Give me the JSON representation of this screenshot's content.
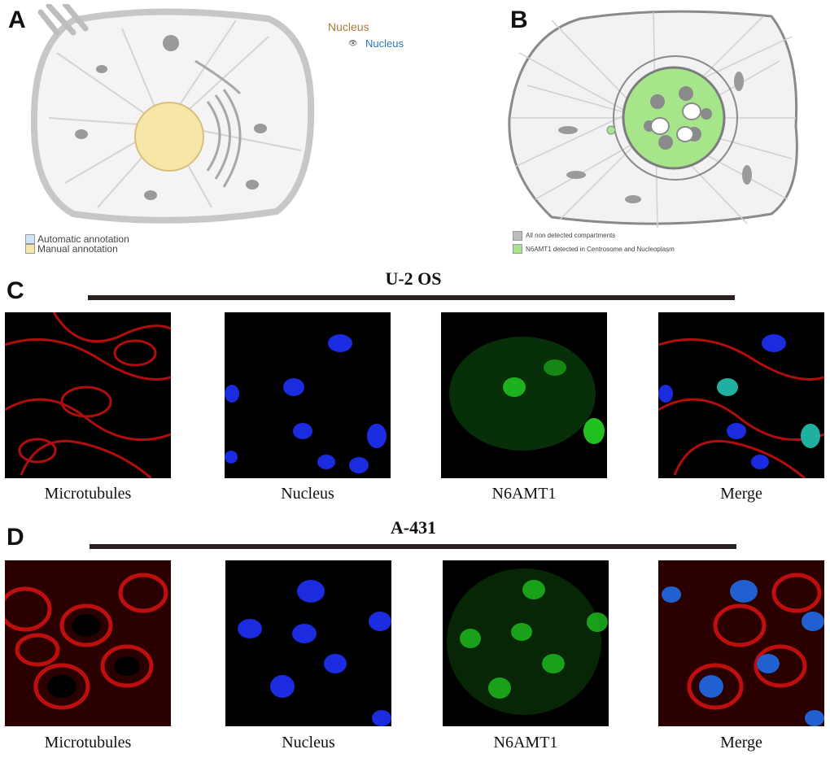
{
  "panels": {
    "a": {
      "letter": "A",
      "label_main": "Nucleus",
      "label_sub": "Nucleus",
      "legend": [
        {
          "text": "Automatic annotation",
          "color": "#cfe3f3"
        },
        {
          "text": "Manual annotation",
          "color": "#f6e6a8"
        }
      ]
    },
    "b": {
      "letter": "B",
      "legend": [
        {
          "text": "All non detected compartments",
          "color": "#bdbdbd"
        },
        {
          "text": "N6AMT1 detected in Centrosome and Nucleoplasm",
          "color": "#a6e58a"
        }
      ]
    },
    "c": {
      "letter": "C",
      "title": "U-2 OS",
      "captions": [
        "Microtubules",
        "Nucleus",
        "N6AMT1",
        "Merge"
      ]
    },
    "d": {
      "letter": "D",
      "title": "A-431",
      "captions": [
        "Microtubules",
        "Nucleus",
        "N6AMT1",
        "Merge"
      ]
    }
  },
  "colors": {
    "nucleus_highlight": "#f6e6a8",
    "detected_green": "#a6e58a",
    "microtubules_red": "#d01010",
    "nucleus_blue": "#1a2be0",
    "protein_green": "#20c020"
  }
}
